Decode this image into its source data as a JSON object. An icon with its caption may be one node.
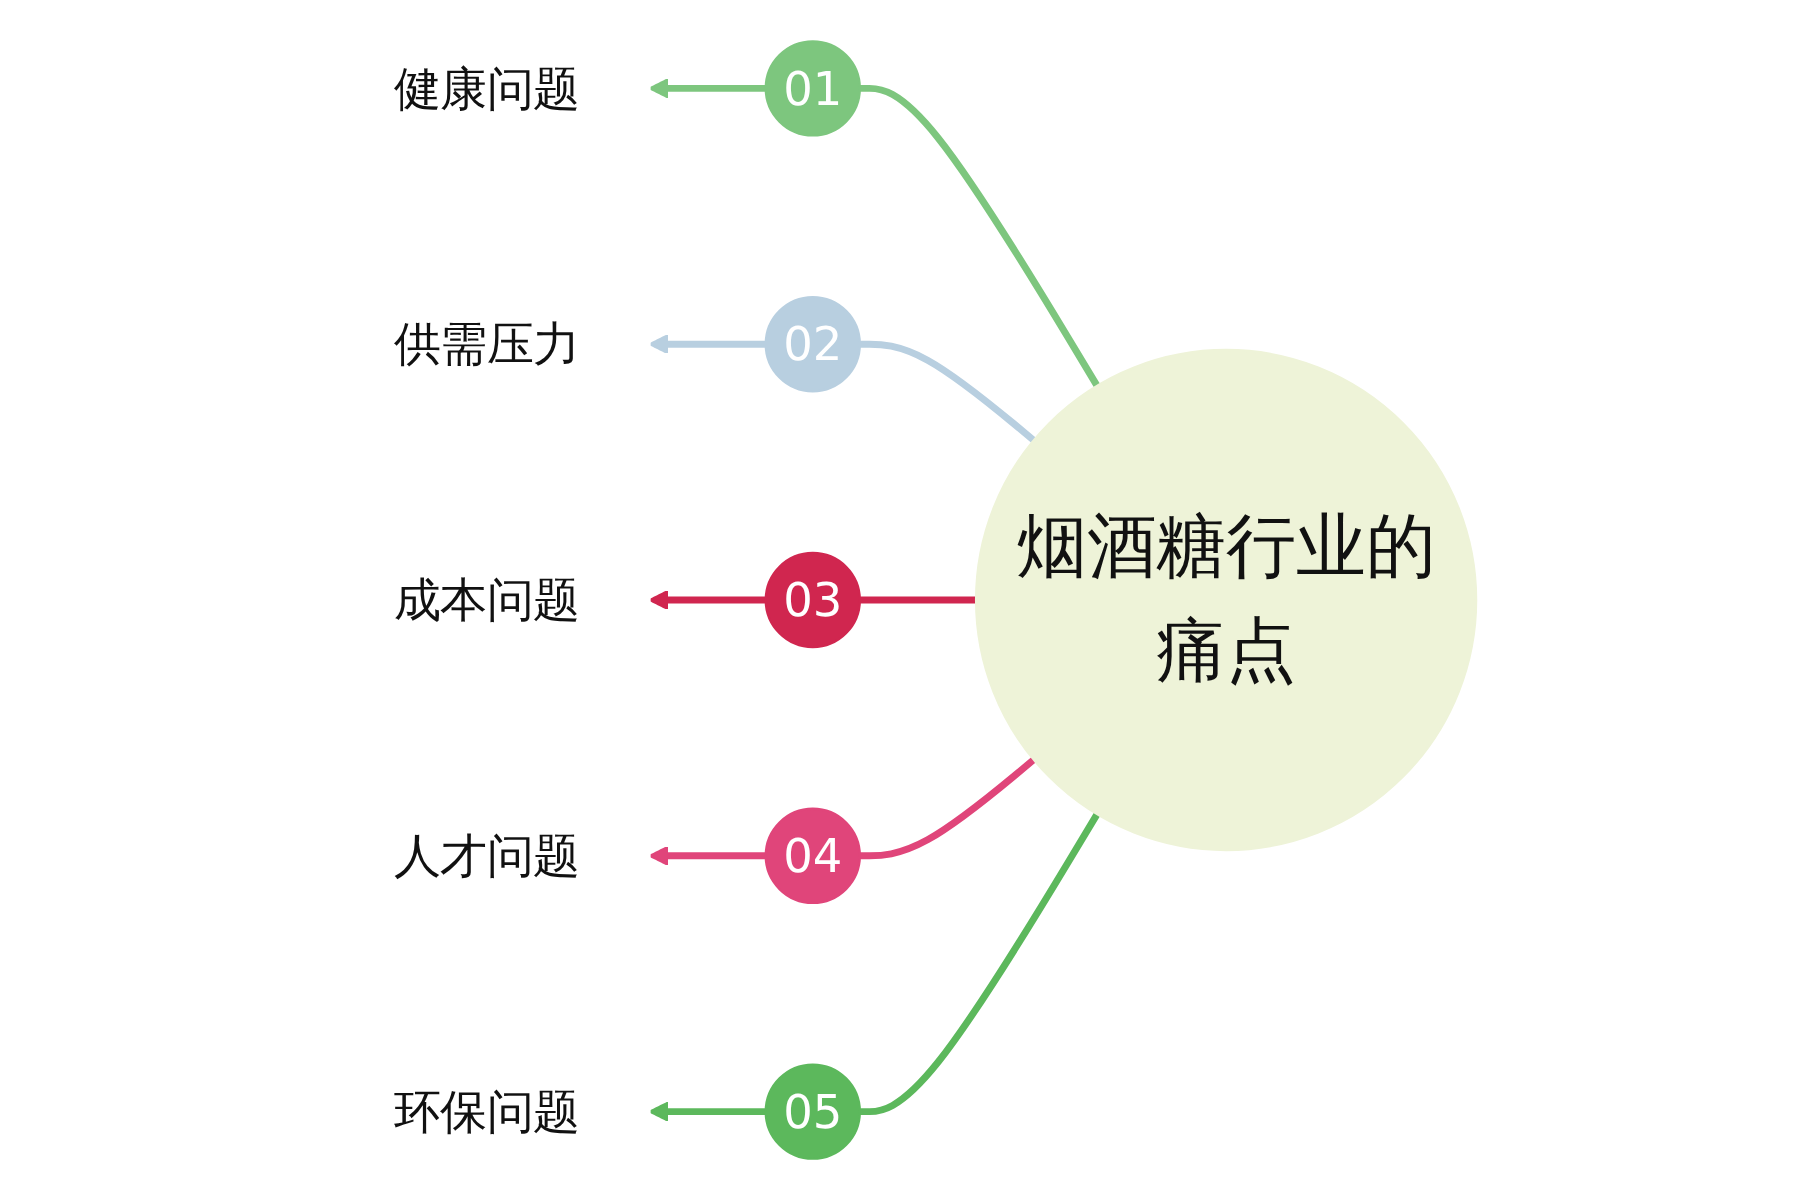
{
  "diagram": {
    "nodes": [
      {
        "text": [
          "烟酒糖行业的痛点"
        ]
      },
      {
        "text": [
          "01"
        ]
      },
      {
        "text": [
          "02"
        ]
      },
      {
        "text": [
          "03"
        ]
      },
      {
        "text": [
          "04"
        ]
      },
      {
        "text": [
          "05"
        ]
      },
      {
        "text": [
          "健康问题"
        ]
      },
      {
        "text": [
          "供需压力"
        ]
      },
      {
        "text": [
          "成本问题"
        ]
      },
      {
        "text": [
          "人才问题"
        ]
      },
      {
        "text": [
          "环保问题"
        ]
      }
    ],
    "edges": [
      {
        "from": 0,
        "to": 1,
        "arrow": "none",
        "color": "#7dc67e"
      },
      {
        "from": 1,
        "to": 6,
        "arrow": "to",
        "color": "#7dc67e"
      },
      {
        "from": 0,
        "to": 2,
        "arrow": "none",
        "color": "#b8cfe0"
      },
      {
        "from": 2,
        "to": 7,
        "arrow": "to",
        "color": "#b8cfe0"
      },
      {
        "from": 0,
        "to": 3,
        "arrow": "none",
        "color": "#d0264f"
      },
      {
        "from": 3,
        "to": 8,
        "arrow": "to",
        "color": "#d0264f"
      },
      {
        "from": 0,
        "to": 4,
        "arrow": "none",
        "color": "#e0457a"
      },
      {
        "from": 4,
        "to": 9,
        "arrow": "to",
        "color": "#e0457a"
      },
      {
        "from": 0,
        "to": 5,
        "arrow": "none",
        "color": "#5cb85c"
      },
      {
        "from": 5,
        "to": 10,
        "arrow": "to",
        "color": "#5cb85c"
      }
    ]
  }
}
